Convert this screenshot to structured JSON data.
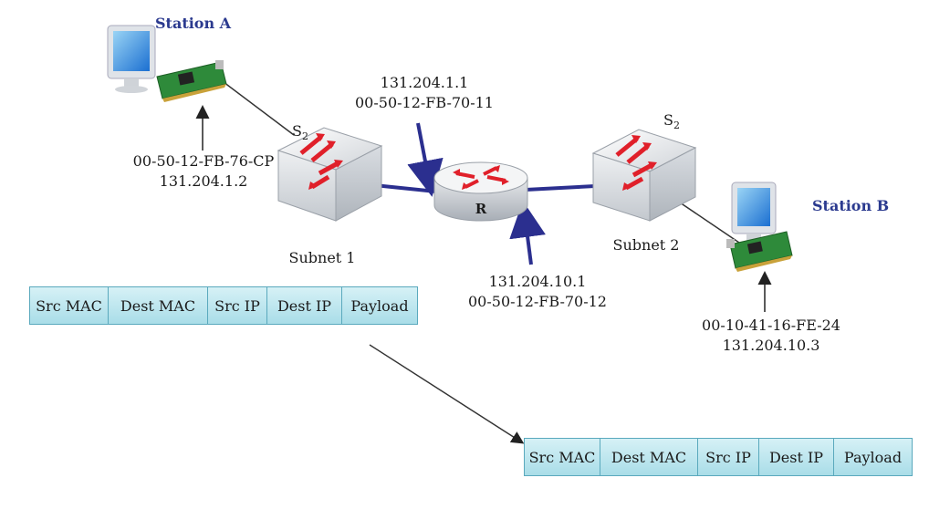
{
  "stations": {
    "a": {
      "name": "Station A",
      "mac": "00-50-12-FB-76-CP",
      "ip": "131.204.1.2"
    },
    "b": {
      "name": "Station B",
      "mac": "00-10-41-16-FE-24",
      "ip": "131.204.10.3"
    }
  },
  "switches": {
    "left": {
      "label": "S",
      "sub": "2"
    },
    "right": {
      "label": "S",
      "sub": "2"
    }
  },
  "router": {
    "label": "R",
    "iface1": {
      "ip": "131.204.1.1",
      "mac": "00-50-12-FB-70-11"
    },
    "iface2": {
      "ip": "131.204.10.1",
      "mac": "00-50-12-FB-70-12"
    }
  },
  "subnets": {
    "one": "Subnet 1",
    "two": "Subnet 2"
  },
  "frame_fields": [
    "Src MAC",
    "Dest MAC",
    "Src IP",
    "Dest IP",
    "Payload"
  ],
  "colors": {
    "link": "#2b2f8f",
    "arrow_red": "#e0202a",
    "station_label": "#2b3a8f",
    "frame_fill": "#b9e5ee"
  }
}
